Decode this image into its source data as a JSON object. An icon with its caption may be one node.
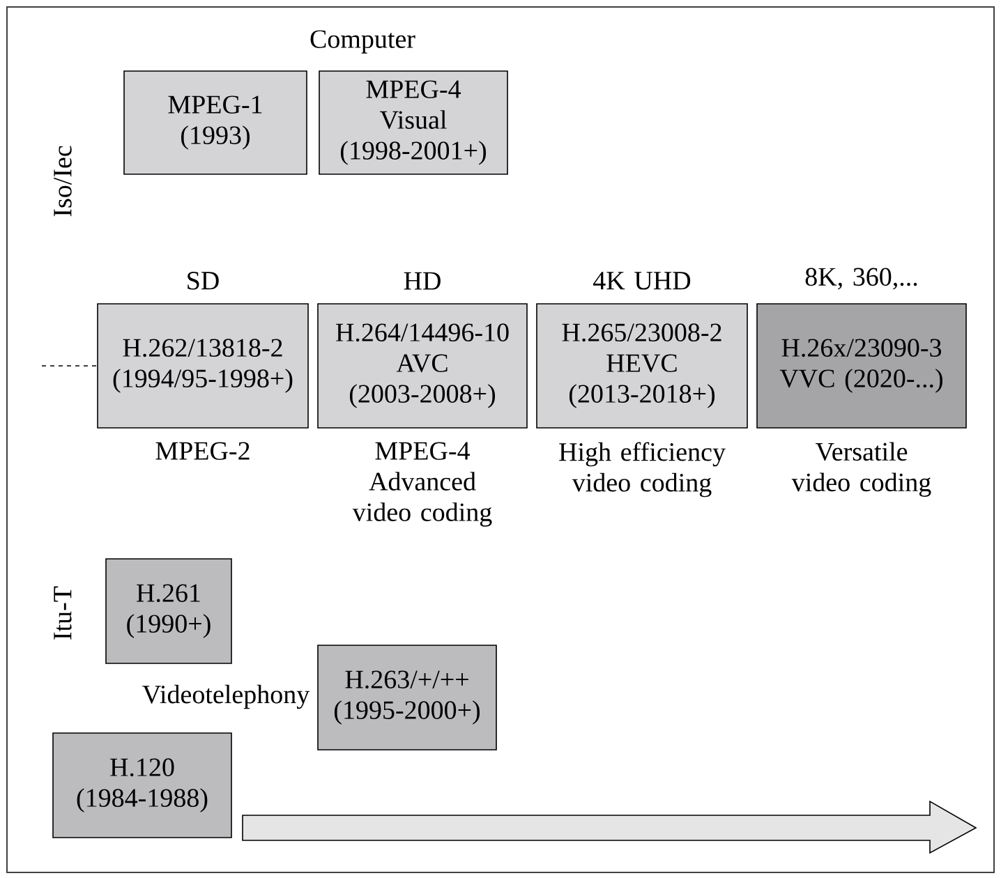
{
  "diagram": {
    "nodes": [
      {
        "text": [
          "MPEG-1 (1993)"
        ]
      },
      {
        "text": [
          "MPEG-4 Visual (1998-2001+)"
        ]
      },
      {
        "text": [
          "H.262/13818-2 (1994/95-1998+)"
        ],
        "beside": [
          "SD",
          "MPEG-2"
        ]
      },
      {
        "text": [
          "H.264/14496-10 AVC (2003-2008+)"
        ],
        "beside": [
          "HD",
          "MPEG-4 Advanced video coding"
        ]
      },
      {
        "text": [
          "H.265/23008-2 HEVC (2013-2018+)"
        ],
        "beside": [
          "4K UHD",
          "High efficiency video coding"
        ]
      },
      {
        "text": [
          "H.26x/23090-3 VVC (2020-...)"
        ],
        "beside": [
          "8K, 360,...",
          "Versatile video coding"
        ]
      },
      {
        "text": [
          "H.261 (1990+)"
        ]
      },
      {
        "text": [
          "H.263/+/++ (1995-2000+)"
        ]
      },
      {
        "text": [
          "H.120 (1984-1988)"
        ]
      }
    ],
    "edges": [
      {
        "from": null,
        "to": 2,
        "arrow": "none",
        "style": "dashed"
      }
    ],
    "labels": [
      "Computer",
      "Iso/Iec",
      "Itu-T",
      "Videotelephony"
    ]
  }
}
